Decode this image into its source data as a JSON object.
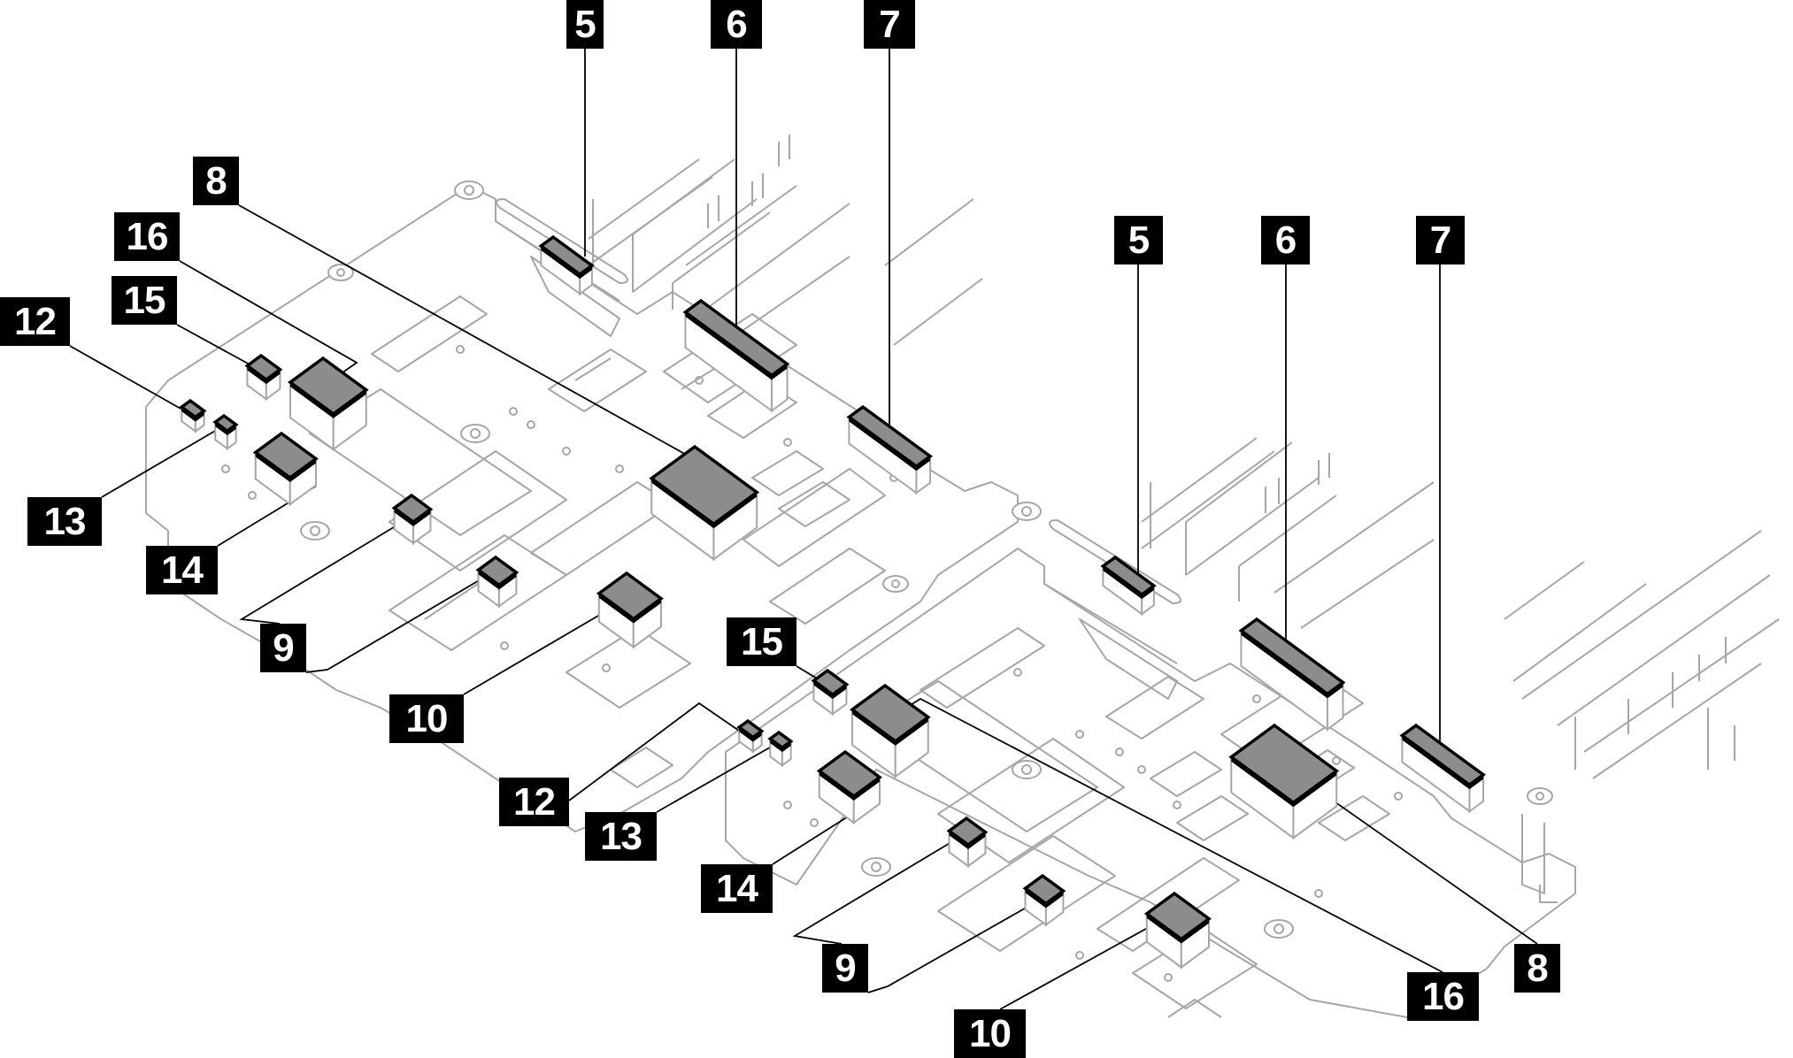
{
  "figure": {
    "title": "Thermal pad / putty pad locations on processor board (two cold plates)",
    "callouts": [
      {
        "id": "5a",
        "label": "5"
      },
      {
        "id": "6a",
        "label": "6"
      },
      {
        "id": "7a",
        "label": "7"
      },
      {
        "id": "8a",
        "label": "8"
      },
      {
        "id": "16a",
        "label": "16"
      },
      {
        "id": "15a",
        "label": "15"
      },
      {
        "id": "12a",
        "label": "12"
      },
      {
        "id": "13a",
        "label": "13"
      },
      {
        "id": "14a",
        "label": "14"
      },
      {
        "id": "9a",
        "label": "9"
      },
      {
        "id": "10a",
        "label": "10"
      },
      {
        "id": "5b",
        "label": "5"
      },
      {
        "id": "6b",
        "label": "6"
      },
      {
        "id": "7b",
        "label": "7"
      },
      {
        "id": "15b",
        "label": "15"
      },
      {
        "id": "12b",
        "label": "12"
      },
      {
        "id": "13b",
        "label": "13"
      },
      {
        "id": "14b",
        "label": "14"
      },
      {
        "id": "9b",
        "label": "9"
      },
      {
        "id": "16b",
        "label": "16"
      },
      {
        "id": "8b",
        "label": "8"
      },
      {
        "id": "10b",
        "label": "10"
      }
    ],
    "colors": {
      "pad_fill": "#8c8c8c",
      "pad_edge": "#000000",
      "outline": "#a6a6a6",
      "callout_bg": "#000000",
      "callout_text": "#ffffff"
    }
  }
}
